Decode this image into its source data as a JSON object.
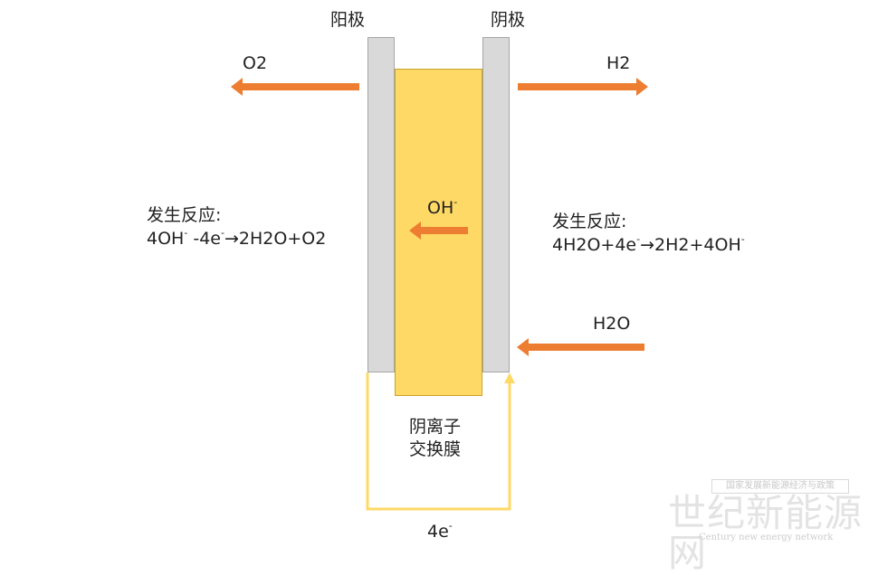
{
  "labels": {
    "anode": "阳极",
    "cathode": "阴极",
    "oxygen": "O2",
    "hydrogen": "H2",
    "water": "H2O",
    "hydroxide_base": "OH",
    "hydroxide_sup": "-",
    "membrane_line1": "阴离子",
    "membrane_line2": "交换膜",
    "electron_base": "4e",
    "electron_sup": "-"
  },
  "anode_reaction": {
    "title": "发生反应:",
    "eq_part1": "4OH",
    "eq_sup1": "-",
    "eq_part2": " -4e",
    "eq_sup2": "-",
    "eq_part3": "→2H2O+O2"
  },
  "cathode_reaction": {
    "title": "发生反应:",
    "eq_part1": "4H2O+4e",
    "eq_sup1": "-",
    "eq_part2": "→2H2+4OH",
    "eq_sup2": "-"
  },
  "watermark": {
    "tagline": "国家发展新能源经济与政策",
    "main": "世纪新能源网",
    "sub": "Century new energy network"
  },
  "colors": {
    "arrow": "#ed7d31",
    "electron_path": "#ffd966",
    "membrane": "#ffd966",
    "electrode": "#d9d9d9"
  }
}
